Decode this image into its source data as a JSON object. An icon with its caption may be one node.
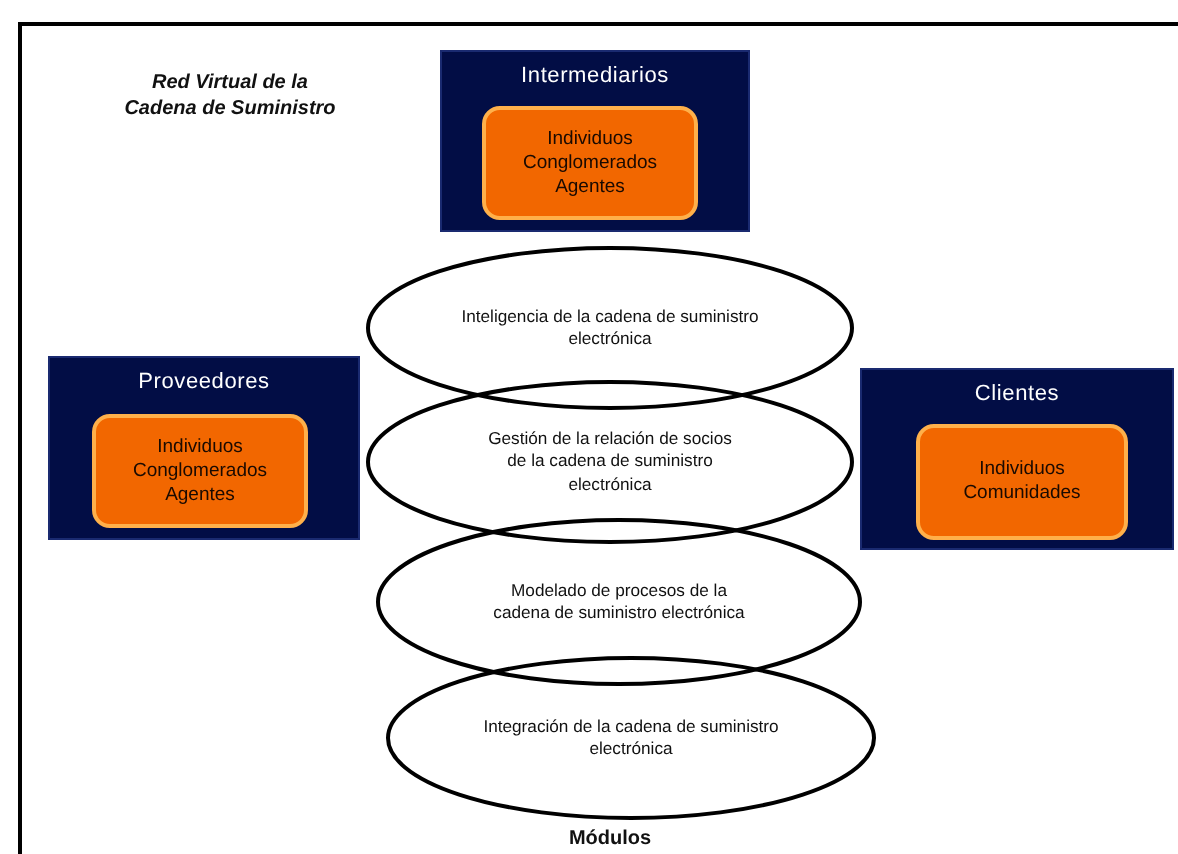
{
  "diagram": {
    "title": "Red Virtual de la Cadena de Suministro",
    "nodes": [
      {
        "text": [
          "Intermediarios"
        ]
      },
      {
        "text": [
          "Individuos Conglomerados Agentes"
        ],
        "in": 0
      },
      {
        "text": [
          "Proveedores"
        ]
      },
      {
        "text": [
          "Individuos Conglomerados Agentes"
        ],
        "in": 2
      },
      {
        "text": [
          "Clientes"
        ]
      },
      {
        "text": [
          "Individuos Comunidades"
        ],
        "in": 4
      },
      {
        "text": [
          "Inteligencia de la cadena de suministro electrónica"
        ]
      },
      {
        "text": [
          "Gestión de la relación de socios de la cadena de suministro electrónica"
        ]
      },
      {
        "text": [
          "Modelado de procesos de la cadena de suministro electrónica"
        ]
      },
      {
        "text": [
          "Integración de la cadena de suministro electrónica"
        ]
      }
    ],
    "labels": [
      "Módulos"
    ]
  }
}
